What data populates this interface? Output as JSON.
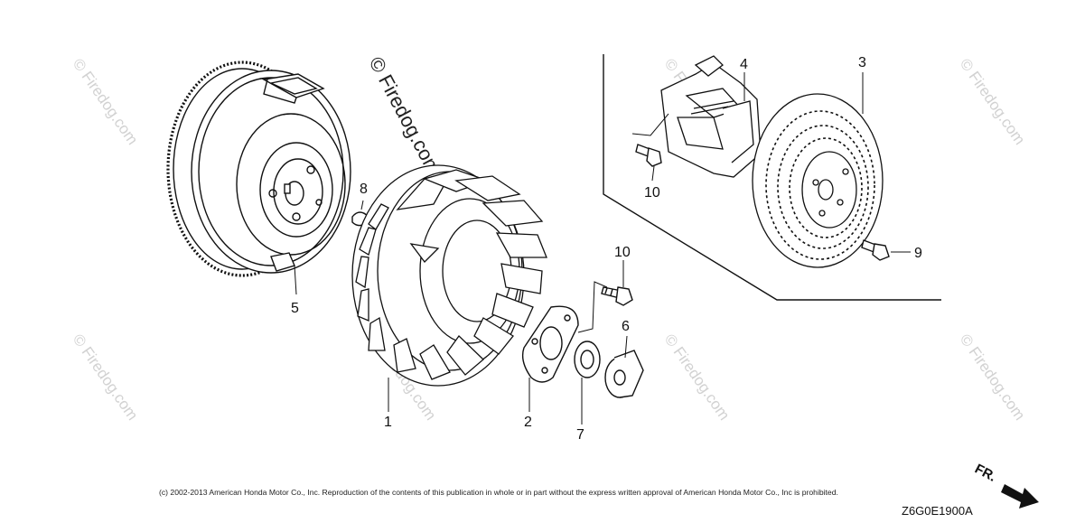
{
  "watermarks": {
    "main": "© Firedog.com",
    "tile": "© Firedog.com"
  },
  "callouts": [
    {
      "id": "1"
    },
    {
      "id": "2"
    },
    {
      "id": "3"
    },
    {
      "id": "4"
    },
    {
      "id": "5"
    },
    {
      "id": "6"
    },
    {
      "id": "7"
    },
    {
      "id": "8"
    },
    {
      "id": "9"
    },
    {
      "id": "10a",
      "label": "10"
    },
    {
      "id": "10b",
      "label": "10"
    }
  ],
  "labels": {
    "c1": "1",
    "c2": "2",
    "c3": "3",
    "c4": "4",
    "c5": "5",
    "c6": "6",
    "c7": "7",
    "c8": "8",
    "c9": "9",
    "c10a": "10",
    "c10b": "10"
  },
  "footer": {
    "copyright": "(c) 2002-2013 American Honda Motor Co., Inc. Reproduction of the contents of this publication in whole or in part without the express written approval of American Honda Motor Co., Inc is prohibited.",
    "code": "Z6G0E1900A",
    "direction": "FR."
  },
  "colors": {
    "line": "#111111",
    "watermark": "#d2d2d2"
  }
}
